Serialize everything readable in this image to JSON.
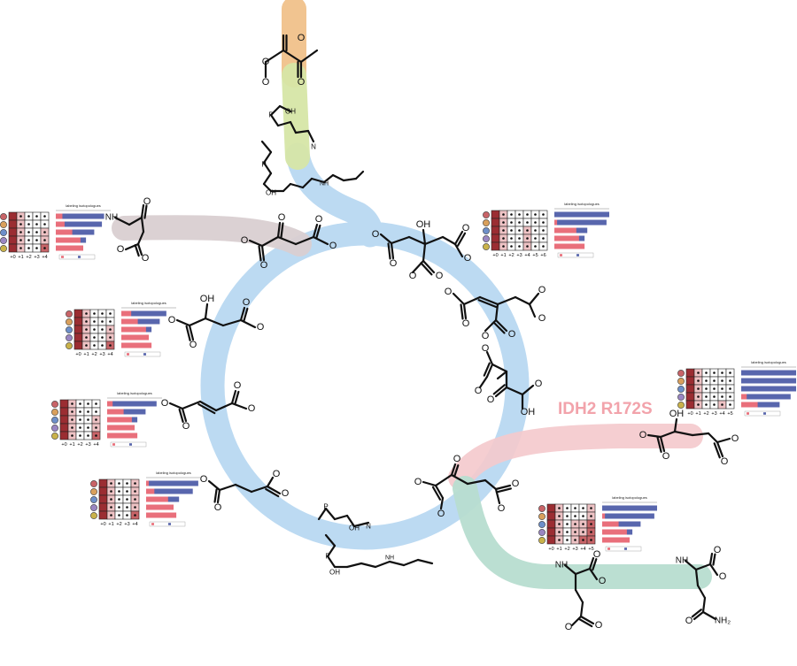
{
  "mutation_label": "IDH2 R172S",
  "colors": {
    "cycle": "#bcdaf2",
    "pyruvate": "#f0c18a",
    "acetyl_coa": "#d6e6a6",
    "aspartate": "#d9cfd1",
    "hydroxyglutarate": "#f4c9cc",
    "glutamate": "#b7ddd0",
    "mutation_text": "#f2a3ab",
    "heat_dark": "#9b2d32",
    "heat_mid": "#c86468",
    "heat_light": "#eec2c4",
    "bar_blue": "#5866ad",
    "bar_red": "#e96f7b"
  },
  "atoms": {
    "O": "O",
    "OH": "OH",
    "NH": "NH",
    "NH2": "NH₂",
    "N": "N",
    "P": "P"
  },
  "panels": [
    {
      "id": "aspartate",
      "title": "labeling isotopologues",
      "cols": [
        "+0",
        "+1",
        "+2",
        "+3",
        "+4"
      ],
      "heat": [
        [
          3,
          1,
          0,
          0,
          0
        ],
        [
          3,
          1,
          0,
          0,
          0
        ],
        [
          3,
          1,
          0,
          0,
          1
        ],
        [
          3,
          1,
          0,
          0,
          1
        ],
        [
          3,
          1,
          0,
          0,
          2
        ]
      ],
      "dots": [
        [
          0,
          1,
          1,
          1,
          1
        ],
        [
          0,
          1,
          1,
          1,
          1
        ],
        [
          0,
          1,
          1,
          1,
          1
        ],
        [
          0,
          1,
          1,
          1,
          1
        ],
        [
          0,
          1,
          1,
          1,
          1
        ]
      ],
      "bars": [
        [
          0.88,
          0.12
        ],
        [
          0.84,
          0.16
        ],
        [
          0.7,
          0.3
        ],
        [
          0.55,
          0.45
        ],
        [
          0.5,
          0.5
        ]
      ]
    },
    {
      "id": "citrate",
      "title": "labeling isotopologues",
      "cols": [
        "+0",
        "+1",
        "+2",
        "+3",
        "+4",
        "+5",
        "+6"
      ],
      "heat": [
        [
          3,
          1,
          0,
          0,
          0,
          0,
          0
        ],
        [
          3,
          1,
          0,
          0,
          0,
          0,
          0
        ],
        [
          3,
          1,
          0,
          0,
          1,
          0,
          0
        ],
        [
          3,
          1,
          0,
          0,
          1,
          0,
          0
        ],
        [
          3,
          1,
          0,
          0,
          1,
          0,
          0
        ]
      ],
      "dots": [
        [
          0,
          1,
          1,
          1,
          1,
          1,
          1
        ],
        [
          0,
          1,
          1,
          1,
          1,
          1,
          1
        ],
        [
          0,
          1,
          1,
          1,
          1,
          1,
          1
        ],
        [
          0,
          1,
          1,
          1,
          1,
          1,
          1
        ],
        [
          0,
          1,
          1,
          1,
          1,
          1,
          1
        ]
      ],
      "bars": [
        [
          1.0,
          0.0
        ],
        [
          0.95,
          0.05
        ],
        [
          0.6,
          0.4
        ],
        [
          0.55,
          0.45
        ],
        [
          0.45,
          0.55
        ]
      ]
    },
    {
      "id": "malate",
      "title": "labeling isotopologues",
      "cols": [
        "+0",
        "+1",
        "+2",
        "+3",
        "+4"
      ],
      "heat": [
        [
          3,
          1,
          0,
          0,
          0
        ],
        [
          3,
          1,
          0,
          0,
          0
        ],
        [
          3,
          1,
          0,
          0,
          1
        ],
        [
          3,
          1,
          0,
          0,
          1
        ],
        [
          3,
          1,
          0,
          0,
          2
        ]
      ],
      "dots": [
        [
          0,
          1,
          1,
          1,
          1
        ],
        [
          0,
          1,
          1,
          1,
          1
        ],
        [
          0,
          1,
          1,
          1,
          1
        ],
        [
          0,
          1,
          1,
          1,
          1
        ],
        [
          0,
          1,
          1,
          1,
          1
        ]
      ],
      "bars": [
        [
          0.82,
          0.18
        ],
        [
          0.7,
          0.3
        ],
        [
          0.55,
          0.45
        ],
        [
          0.5,
          0.5
        ],
        [
          0.45,
          0.55
        ]
      ]
    },
    {
      "id": "ketoglutarate_side",
      "title": "labeling isotopologues",
      "cols": [
        "+0",
        "+1",
        "+2",
        "+3",
        "+4",
        "+5"
      ],
      "heat": [
        [
          3,
          1,
          0,
          0,
          0,
          0
        ],
        [
          3,
          1,
          0,
          0,
          0,
          0
        ],
        [
          3,
          1,
          0,
          0,
          0,
          0
        ],
        [
          3,
          1,
          0,
          0,
          0,
          0
        ],
        [
          3,
          1,
          0,
          0,
          1,
          0
        ]
      ],
      "dots": [
        [
          0,
          1,
          1,
          1,
          1,
          1
        ],
        [
          0,
          1,
          1,
          1,
          1,
          1
        ],
        [
          0,
          1,
          1,
          1,
          1,
          1
        ],
        [
          0,
          1,
          1,
          1,
          1,
          1
        ],
        [
          0,
          1,
          1,
          1,
          1,
          1
        ]
      ],
      "bars": [
        [
          1.0,
          0.0
        ],
        [
          1.0,
          0.0
        ],
        [
          1.0,
          0.0
        ],
        [
          0.9,
          0.1
        ],
        [
          0.7,
          0.3
        ]
      ]
    },
    {
      "id": "fumarate",
      "title": "labeling isotopologues",
      "cols": [
        "+0",
        "+1",
        "+2",
        "+3",
        "+4"
      ],
      "heat": [
        [
          3,
          1,
          0,
          0,
          0
        ],
        [
          3,
          1,
          0,
          0,
          0
        ],
        [
          3,
          1,
          0,
          0,
          1
        ],
        [
          3,
          1,
          0,
          0,
          1
        ],
        [
          3,
          1,
          0,
          0,
          2
        ]
      ],
      "dots": [
        [
          0,
          1,
          1,
          1,
          1
        ],
        [
          0,
          1,
          1,
          1,
          1
        ],
        [
          0,
          1,
          1,
          1,
          1
        ],
        [
          0,
          1,
          1,
          1,
          1
        ],
        [
          0,
          1,
          1,
          1,
          1
        ]
      ],
      "bars": [
        [
          0.9,
          0.1
        ],
        [
          0.7,
          0.3
        ],
        [
          0.55,
          0.45
        ],
        [
          0.5,
          0.5
        ],
        [
          0.45,
          0.55
        ]
      ]
    },
    {
      "id": "succinate",
      "title": "labeling isotopologues",
      "cols": [
        "+0",
        "+1",
        "+2",
        "+3",
        "+4"
      ],
      "heat": [
        [
          3,
          1,
          0,
          0,
          1
        ],
        [
          3,
          1,
          0,
          0,
          1
        ],
        [
          3,
          1,
          0,
          0,
          1
        ],
        [
          3,
          1,
          0,
          0,
          1
        ],
        [
          3,
          1,
          0,
          0,
          2
        ]
      ],
      "dots": [
        [
          0,
          1,
          1,
          1,
          1
        ],
        [
          0,
          1,
          1,
          1,
          1
        ],
        [
          0,
          1,
          1,
          1,
          1
        ],
        [
          0,
          1,
          1,
          1,
          1
        ],
        [
          0,
          1,
          1,
          1,
          1
        ]
      ],
      "bars": [
        [
          0.95,
          0.05
        ],
        [
          0.85,
          0.15
        ],
        [
          0.6,
          0.4
        ],
        [
          0.5,
          0.5
        ],
        [
          0.45,
          0.55
        ]
      ]
    },
    {
      "id": "alpha_kg",
      "title": "labeling isotopologues",
      "cols": [
        "+0",
        "+1",
        "+2",
        "+3",
        "+4",
        "+5"
      ],
      "heat": [
        [
          3,
          1,
          0,
          0,
          0,
          1
        ],
        [
          3,
          1,
          0,
          0,
          0,
          1
        ],
        [
          3,
          1,
          0,
          1,
          1,
          2
        ],
        [
          3,
          1,
          0,
          1,
          1,
          2
        ],
        [
          3,
          1,
          0,
          1,
          2,
          2
        ]
      ],
      "dots": [
        [
          0,
          1,
          1,
          1,
          1,
          1
        ],
        [
          0,
          1,
          1,
          1,
          1,
          1
        ],
        [
          0,
          1,
          1,
          1,
          1,
          1
        ],
        [
          0,
          1,
          1,
          1,
          1,
          1
        ],
        [
          0,
          1,
          1,
          1,
          1,
          1
        ]
      ],
      "bars": [
        [
          1.0,
          0.0
        ],
        [
          0.95,
          0.05
        ],
        [
          0.7,
          0.3
        ],
        [
          0.55,
          0.45
        ],
        [
          0.5,
          0.5
        ]
      ]
    }
  ]
}
